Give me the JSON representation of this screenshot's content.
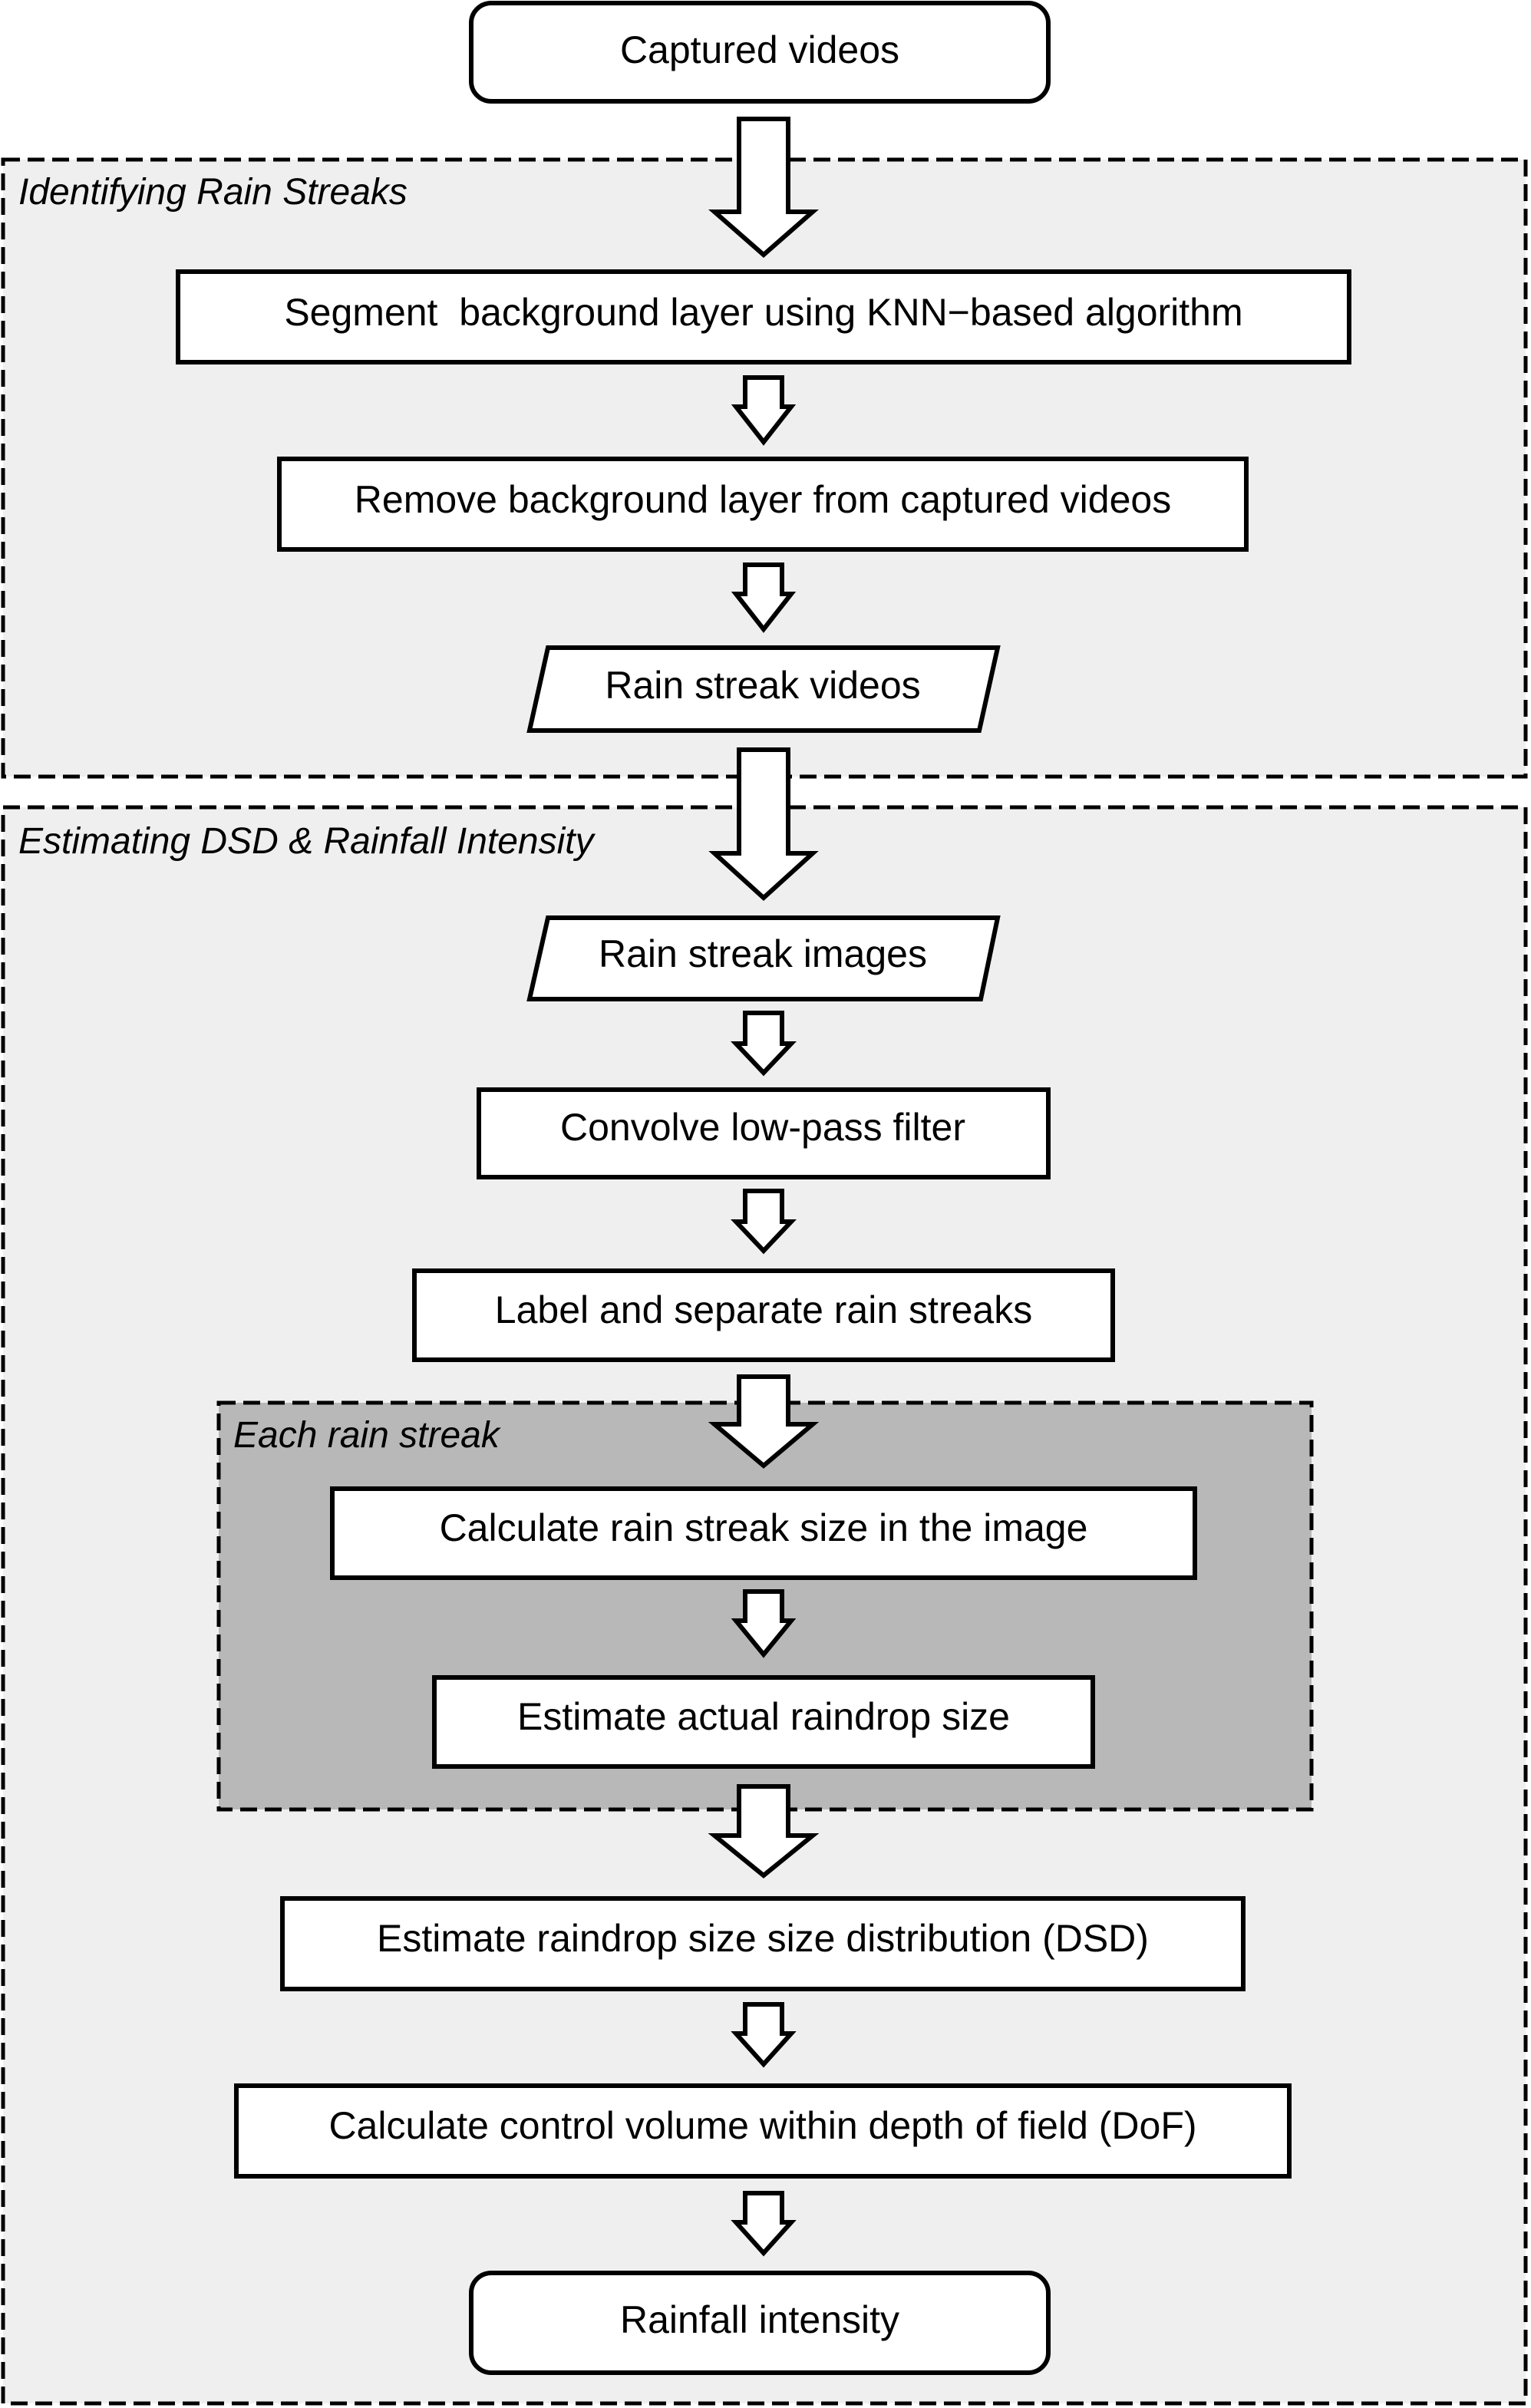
{
  "diagram": {
    "type": "flowchart",
    "colors": {
      "stroke": "#000000",
      "node_fill": "#ffffff",
      "outer_group_fill": "#efefef",
      "inner_group_fill": "#b8b8b8",
      "page_background": "#ffffff"
    },
    "groups": {
      "identifying": {
        "title": "Identifying Rain Streaks"
      },
      "estimating": {
        "title": "Estimating DSD & Rainfall Intensity"
      },
      "each_streak": {
        "title": "Each rain streak"
      }
    },
    "nodes": {
      "captured_videos": {
        "label": "Captured videos",
        "shape": "rounded-rectangle"
      },
      "segment_background": {
        "label": "Segment  background layer using KNN−based algorithm",
        "shape": "rectangle"
      },
      "remove_background": {
        "label": "Remove background layer from captured videos",
        "shape": "rectangle"
      },
      "rain_streak_videos": {
        "label": "Rain streak videos",
        "shape": "parallelogram"
      },
      "rain_streak_images": {
        "label": "Rain streak images",
        "shape": "parallelogram"
      },
      "convolve_filter": {
        "label": "Convolve low-pass filter",
        "shape": "rectangle"
      },
      "label_separate": {
        "label": "Label and separate rain streaks",
        "shape": "rectangle"
      },
      "calc_streak_size": {
        "label": "Calculate rain streak size in the image",
        "shape": "rectangle"
      },
      "estimate_raindrop_size": {
        "label": "Estimate actual raindrop size",
        "shape": "rectangle"
      },
      "estimate_dsd": {
        "label": "Estimate raindrop size size distribution (DSD)",
        "shape": "rectangle"
      },
      "calc_control_volume": {
        "label": "Calculate control volume within depth of field (DoF)",
        "shape": "rectangle"
      },
      "rainfall_intensity": {
        "label": "Rainfall intensity",
        "shape": "rounded-rectangle"
      }
    },
    "edges": [
      [
        "captured_videos",
        "segment_background"
      ],
      [
        "segment_background",
        "remove_background"
      ],
      [
        "remove_background",
        "rain_streak_videos"
      ],
      [
        "rain_streak_videos",
        "rain_streak_images"
      ],
      [
        "rain_streak_images",
        "convolve_filter"
      ],
      [
        "convolve_filter",
        "label_separate"
      ],
      [
        "label_separate",
        "calc_streak_size"
      ],
      [
        "calc_streak_size",
        "estimate_raindrop_size"
      ],
      [
        "estimate_raindrop_size",
        "estimate_dsd"
      ],
      [
        "estimate_dsd",
        "calc_control_volume"
      ],
      [
        "calc_control_volume",
        "rainfall_intensity"
      ]
    ]
  }
}
